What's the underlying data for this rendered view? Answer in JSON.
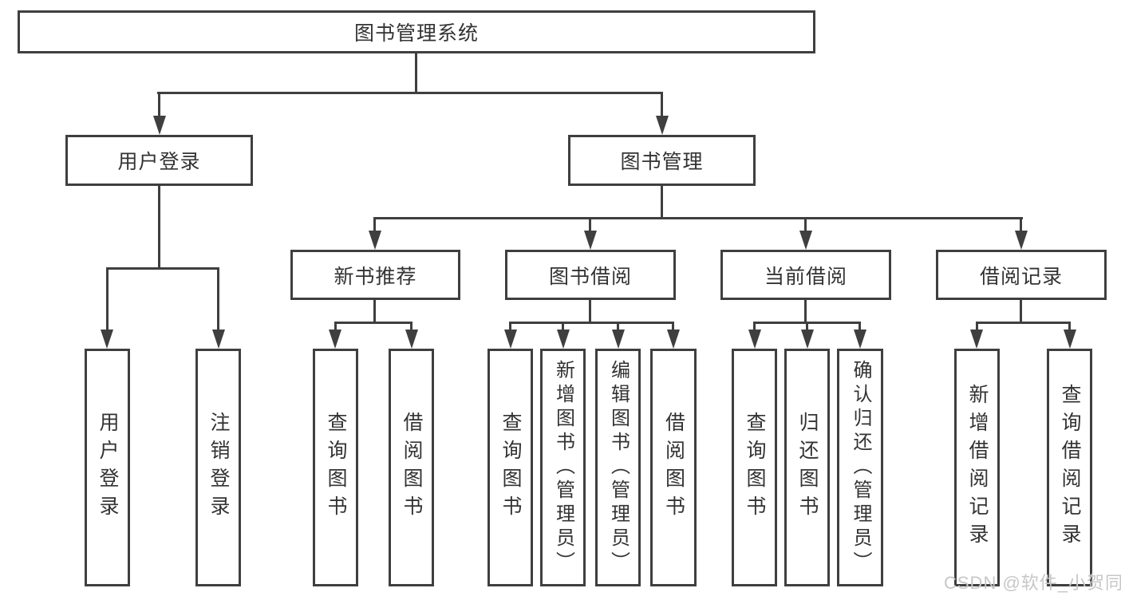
{
  "diagram": {
    "type": "tree",
    "colors": {
      "background": "#ffffff",
      "line": "#3f3f3f",
      "text": "#333333",
      "watermark": "#c7c7c7"
    },
    "root": {
      "label": "图书管理系统"
    },
    "level2": [
      {
        "id": "user-login",
        "label": "用户登录",
        "parent": "图书管理系统"
      },
      {
        "id": "book-management",
        "label": "图书管理",
        "parent": "图书管理系统"
      }
    ],
    "level3": [
      {
        "id": "new-book-recommend",
        "label": "新书推荐",
        "parent": "图书管理"
      },
      {
        "id": "book-borrowing",
        "label": "图书借阅",
        "parent": "图书管理"
      },
      {
        "id": "current-borrowing",
        "label": "当前借阅",
        "parent": "图书管理"
      },
      {
        "id": "borrowing-records",
        "label": "借阅记录",
        "parent": "图书管理"
      }
    ],
    "leaves": [
      {
        "label": "用户登录",
        "parent": "用户登录"
      },
      {
        "label": "注销登录",
        "parent": "用户登录"
      },
      {
        "label": "查询图书",
        "parent": "新书推荐"
      },
      {
        "label": "借阅图书",
        "parent": "新书推荐"
      },
      {
        "label": "查询图书",
        "parent": "图书借阅"
      },
      {
        "label": "新增图书（管理员）",
        "parent": "图书借阅"
      },
      {
        "label": "编辑图书（管理员）",
        "parent": "图书借阅"
      },
      {
        "label": "借阅图书",
        "parent": "图书借阅"
      },
      {
        "label": "查询图书",
        "parent": "当前借阅"
      },
      {
        "label": "归还图书",
        "parent": "当前借阅"
      },
      {
        "label": "确认归还（管理员）",
        "parent": "当前借阅"
      },
      {
        "label": "新增借阅记录",
        "parent": "借阅记录"
      },
      {
        "label": "查询借阅记录",
        "parent": "借阅记录"
      }
    ]
  },
  "watermark": {
    "text": "CSDN @软件_小贺同学"
  }
}
